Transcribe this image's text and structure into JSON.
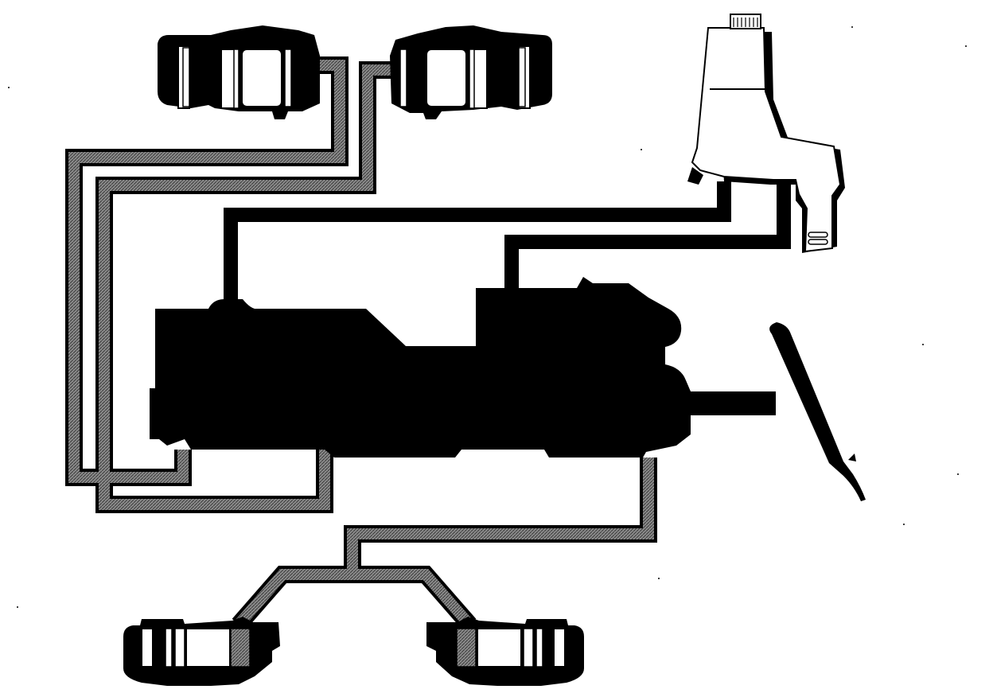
{
  "diagram": {
    "colors": {
      "background": "#ffffff",
      "solid": "#000000",
      "hatch_fill": "#8c8c8c",
      "hatch_dark": "#3a3a3a",
      "reservoir_fill": "#ffffff"
    },
    "components": [
      {
        "id": "front-left-caliper",
        "icon": "brake-caliper-icon"
      },
      {
        "id": "front-right-caliper",
        "icon": "brake-caliper-icon"
      },
      {
        "id": "rear-left-caliper",
        "icon": "brake-caliper-icon"
      },
      {
        "id": "rear-right-caliper",
        "icon": "brake-caliper-icon"
      },
      {
        "id": "fluid-reservoir",
        "icon": "reservoir-icon"
      },
      {
        "id": "master-cylinder",
        "icon": "master-cylinder-icon"
      },
      {
        "id": "brake-pedal",
        "icon": "pedal-icon"
      }
    ]
  }
}
